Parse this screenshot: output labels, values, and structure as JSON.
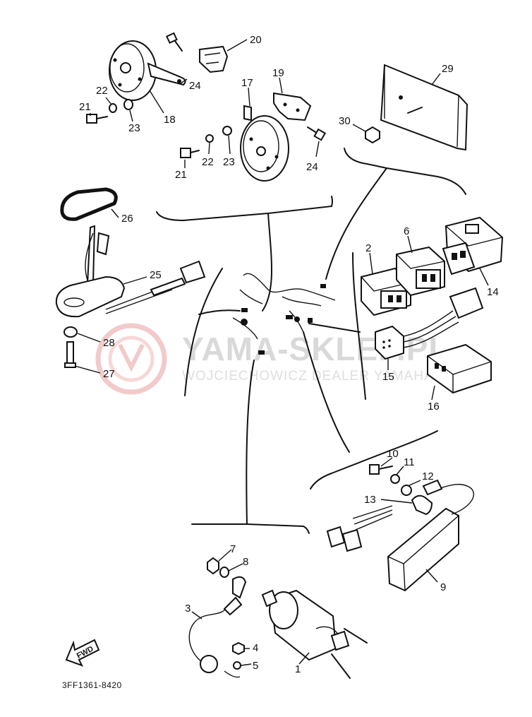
{
  "watermark": {
    "title": "YAMA-SKLEP.PL",
    "subtitle": "WOJCIECHOWICZ DEALER YAMAHA",
    "brand_color": "#e8a0a0",
    "icon": "yamaha-logo-icon"
  },
  "diagram_code": "3FF1361-8420",
  "forward_marker": {
    "label": "FWD",
    "icon": "forward-arrow-icon"
  },
  "parts": {
    "p1": "1",
    "p2": "2",
    "p3": "3",
    "p4": "4",
    "p5": "5",
    "p6": "6",
    "p7": "7",
    "p8": "8",
    "p9": "9",
    "p10": "10",
    "p11": "11",
    "p12": "12",
    "p13": "13",
    "p14": "14",
    "p15": "15",
    "p16": "16",
    "p17": "17",
    "p18": "18",
    "p19": "19",
    "p20": "20",
    "p21a": "21",
    "p21b": "21",
    "p22a": "22",
    "p22b": "22",
    "p23a": "23",
    "p23b": "23",
    "p24a": "24",
    "p24b": "24",
    "p25": "25",
    "p26": "26",
    "p27": "27",
    "p28": "28",
    "p29": "29",
    "p30": "30"
  }
}
